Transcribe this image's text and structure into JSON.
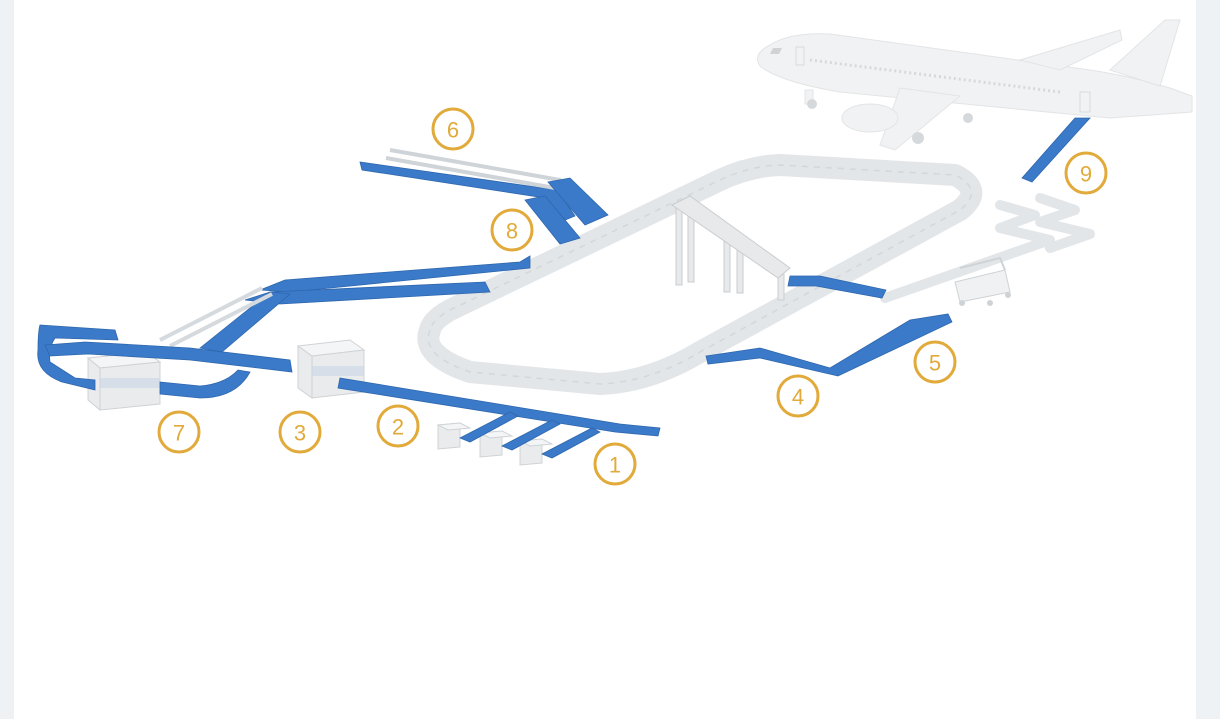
{
  "diagram": {
    "markers": [
      {
        "id": "1",
        "label": "1"
      },
      {
        "id": "2",
        "label": "2"
      },
      {
        "id": "3",
        "label": "3"
      },
      {
        "id": "4",
        "label": "4"
      },
      {
        "id": "5",
        "label": "5"
      },
      {
        "id": "6",
        "label": "6"
      },
      {
        "id": "7",
        "label": "7"
      },
      {
        "id": "8",
        "label": "8"
      },
      {
        "id": "9",
        "label": "9"
      }
    ],
    "colors": {
      "conveyor": "#3a7ac9",
      "marker": "#e1aa3a",
      "structure": "#e7e9ea",
      "background": "#ffffff"
    },
    "icons": [
      "airplane-icon",
      "baggage-cart-icon",
      "carousel-loop",
      "scanner-box"
    ]
  }
}
